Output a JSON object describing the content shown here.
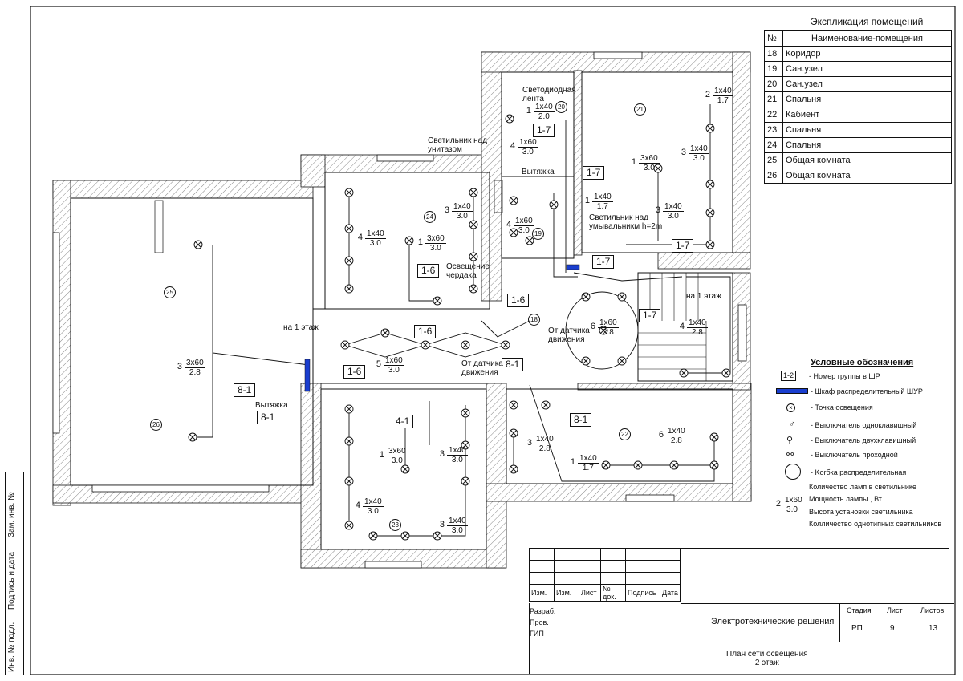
{
  "explication": {
    "title": "Экспликация помещений",
    "header_no": "№",
    "header_name": "Наименование-помещения",
    "rows": [
      {
        "no": "18",
        "name": "Коридор"
      },
      {
        "no": "19",
        "name": "Сан.узел"
      },
      {
        "no": "20",
        "name": "Сан.узел"
      },
      {
        "no": "21",
        "name": "Спальня"
      },
      {
        "no": "22",
        "name": "Кабиент"
      },
      {
        "no": "23",
        "name": "Спальня"
      },
      {
        "no": "24",
        "name": "Спальня"
      },
      {
        "no": "25",
        "name": "Общая комната"
      },
      {
        "no": "26",
        "name": "Общая комната"
      }
    ]
  },
  "legend": {
    "title": "Условные обозначения",
    "group_sample": "1-2",
    "items": [
      "- Номер  группы в ШР",
      "- Шкаф распределительный ШУР",
      "- Точка освещения",
      "- Выключатель одноклавишный",
      "- Выключатель двухклавишный",
      "- Выключатель проходной",
      "- Korбка распределительная"
    ],
    "notation": {
      "count": "2",
      "top": "1x60",
      "bottom": "3.0",
      "lines": [
        "Количество ламп в светильнике",
        "Мощность лампы , Вт",
        "Высота установки светильника",
        "Колличество однотипных светильников"
      ]
    }
  },
  "rooms": [
    "18",
    "19",
    "20",
    "21",
    "22",
    "23",
    "24",
    "25",
    "26"
  ],
  "fixtures": [
    {
      "count": "1",
      "top": "1x40",
      "bottom": "2.0"
    },
    {
      "count": "4",
      "top": "1x60",
      "bottom": "3.0"
    },
    {
      "count": "1",
      "top": "1x40",
      "bottom": "1.7"
    },
    {
      "count": "4",
      "top": "1x60",
      "bottom": "3.0"
    },
    {
      "count": "2",
      "top": "1x40",
      "bottom": "1.7"
    },
    {
      "count": "1",
      "top": "3x60",
      "bottom": "3.0"
    },
    {
      "count": "3",
      "top": "1x40",
      "bottom": "3.0"
    },
    {
      "count": "3",
      "top": "1x40",
      "bottom": "3.0"
    },
    {
      "count": "3",
      "top": "1x40",
      "bottom": "3.0"
    },
    {
      "count": "4",
      "top": "1x40",
      "bottom": "3.0"
    },
    {
      "count": "1",
      "top": "3x60",
      "bottom": "3.0"
    },
    {
      "count": "6",
      "top": "1x60",
      "bottom": "2.8"
    },
    {
      "count": "4",
      "top": "1x40",
      "bottom": "2.8"
    },
    {
      "count": "5",
      "top": "1x60",
      "bottom": "3.0"
    },
    {
      "count": "3",
      "top": "3x60",
      "bottom": "2.8"
    },
    {
      "count": "1",
      "top": "3x60",
      "bottom": "3.0"
    },
    {
      "count": "3",
      "top": "1x40",
      "bottom": "3.0"
    },
    {
      "count": "4",
      "top": "1x40",
      "bottom": "3.0"
    },
    {
      "count": "3",
      "top": "1x40",
      "bottom": "3.0"
    },
    {
      "count": "3",
      "top": "1x40",
      "bottom": "2.8"
    },
    {
      "count": "6",
      "top": "1x40",
      "bottom": "2.8"
    },
    {
      "count": "1",
      "top": "1x40",
      "bottom": "1.7"
    }
  ],
  "groups": [
    "1-7",
    "1-7",
    "1-7",
    "1-7",
    "1-7",
    "1-6",
    "1-6",
    "1-6",
    "1-6",
    "8-1",
    "8-1",
    "8-1",
    "8-1",
    "4-1"
  ],
  "notes": {
    "led": "Светодиодная\nлента",
    "wc_lamp": "Светильник над\nунитазом",
    "vent1": "Вытяжка",
    "sink_lamp": "Светильник над\nумывальникм h=2m",
    "attic": "Освещение\nчердака",
    "to_floor1a": "на 1 этаж",
    "to_floor1b": "на 1 этаж",
    "motion1": "От датчика\nдвижения",
    "motion2": "От датчика\nдвижения",
    "vent2": "Вытяжка"
  },
  "stamp": {
    "cols": [
      "Изм.",
      "Изм.",
      "Лист",
      "№ док.",
      "Подпись",
      "Дата"
    ],
    "roles": [
      "Разраб.",
      "Пров.",
      "ГИП"
    ],
    "project": "Электротехнические решения",
    "sheet_title": "План сети освещения\n2 этаж",
    "stage_label": "Стадия",
    "sheet_label": "Лист",
    "sheets_label": "Листов",
    "stage": "РП",
    "sheet": "9",
    "sheets": "13"
  },
  "side": {
    "a": "Зам. инв. №",
    "b": "Подпись и дата",
    "c": "Инв. № подл."
  }
}
